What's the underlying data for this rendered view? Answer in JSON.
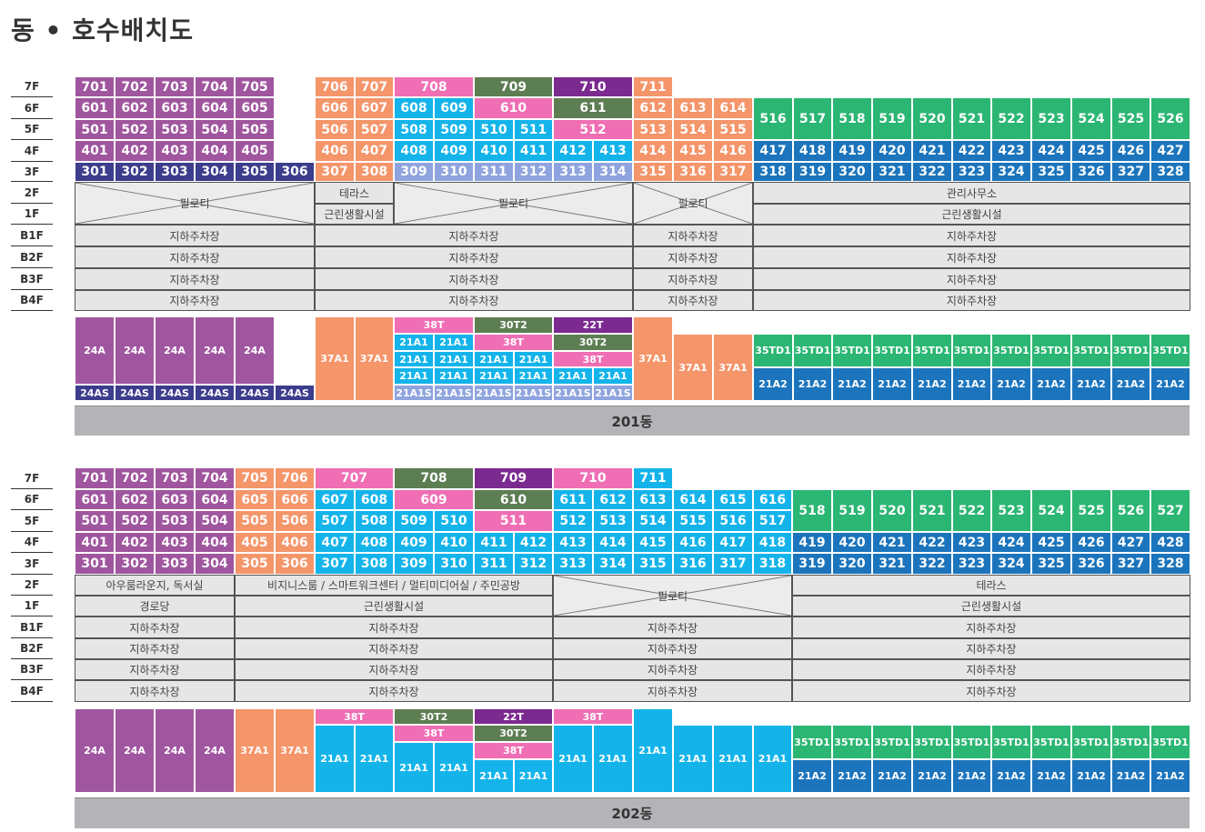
{
  "title": "동 • 호수배치도",
  "floors": [
    "7F",
    "6F",
    "5F",
    "4F",
    "3F",
    "2F",
    "1F",
    "B1F",
    "B2F",
    "B3F",
    "B4F"
  ],
  "colors": {
    "purple": "#a0569e",
    "dark_navy": "#3c3d8c",
    "salmon": "#f4956a",
    "pink": "#ef6eb4",
    "light_blue": "#14b4ea",
    "dark_green": "#5d7d53",
    "violet": "#7b2a90",
    "periwinkle": "#8fa4de",
    "green": "#2bb673",
    "blue": "#1c75bc",
    "grey_cell": "#e6e6e6",
    "bar": "#b4b4b8"
  },
  "buildings": {
    "b201": {
      "name": "201동",
      "units": [
        [
          "701",
          "purple"
        ],
        [
          "702",
          "purple"
        ],
        [
          "703",
          "purple"
        ],
        [
          "704",
          "purple"
        ],
        [
          "705",
          "purple"
        ],
        [
          "706",
          "salmon"
        ],
        [
          "707",
          "salmon"
        ],
        [
          "708",
          "pink"
        ],
        [
          "709",
          "dark_green"
        ],
        [
          "710",
          "violet"
        ],
        [
          "711",
          "salmon"
        ],
        [
          "601",
          "purple"
        ],
        [
          "602",
          "purple"
        ],
        [
          "603",
          "purple"
        ],
        [
          "604",
          "purple"
        ],
        [
          "605",
          "purple"
        ],
        [
          "606",
          "salmon"
        ],
        [
          "607",
          "salmon"
        ],
        [
          "608",
          "light_blue"
        ],
        [
          "609",
          "light_blue"
        ],
        [
          "610",
          "pink"
        ],
        [
          "611",
          "dark_green"
        ],
        [
          "612",
          "salmon"
        ],
        [
          "613",
          "salmon"
        ],
        [
          "614",
          "salmon"
        ],
        [
          "501",
          "purple"
        ],
        [
          "502",
          "purple"
        ],
        [
          "503",
          "purple"
        ],
        [
          "504",
          "purple"
        ],
        [
          "505",
          "purple"
        ],
        [
          "506",
          "salmon"
        ],
        [
          "507",
          "salmon"
        ],
        [
          "508",
          "light_blue"
        ],
        [
          "509",
          "light_blue"
        ],
        [
          "510",
          "light_blue"
        ],
        [
          "511",
          "light_blue"
        ],
        [
          "512",
          "pink"
        ],
        [
          "513",
          "salmon"
        ],
        [
          "514",
          "salmon"
        ],
        [
          "515",
          "salmon"
        ],
        [
          "516",
          "green"
        ],
        [
          "517",
          "green"
        ],
        [
          "518",
          "green"
        ],
        [
          "519",
          "green"
        ],
        [
          "520",
          "green"
        ],
        [
          "521",
          "green"
        ],
        [
          "522",
          "green"
        ],
        [
          "523",
          "green"
        ],
        [
          "524",
          "green"
        ],
        [
          "525",
          "green"
        ],
        [
          "526",
          "green"
        ],
        [
          "401",
          "purple"
        ],
        [
          "402",
          "purple"
        ],
        [
          "403",
          "purple"
        ],
        [
          "404",
          "purple"
        ],
        [
          "405",
          "purple"
        ],
        [
          "406",
          "salmon"
        ],
        [
          "407",
          "salmon"
        ],
        [
          "408",
          "light_blue"
        ],
        [
          "409",
          "light_blue"
        ],
        [
          "410",
          "light_blue"
        ],
        [
          "411",
          "light_blue"
        ],
        [
          "412",
          "light_blue"
        ],
        [
          "413",
          "light_blue"
        ],
        [
          "414",
          "salmon"
        ],
        [
          "415",
          "salmon"
        ],
        [
          "416",
          "salmon"
        ],
        [
          "417",
          "blue"
        ],
        [
          "418",
          "blue"
        ],
        [
          "419",
          "blue"
        ],
        [
          "420",
          "blue"
        ],
        [
          "421",
          "blue"
        ],
        [
          "422",
          "blue"
        ],
        [
          "423",
          "blue"
        ],
        [
          "424",
          "blue"
        ],
        [
          "425",
          "blue"
        ],
        [
          "426",
          "blue"
        ],
        [
          "427",
          "blue"
        ],
        [
          "301",
          "dark_navy"
        ],
        [
          "302",
          "dark_navy"
        ],
        [
          "303",
          "dark_navy"
        ],
        [
          "304",
          "dark_navy"
        ],
        [
          "305",
          "dark_navy"
        ],
        [
          "306",
          "dark_navy"
        ],
        [
          "307",
          "salmon"
        ],
        [
          "308",
          "salmon"
        ],
        [
          "309",
          "periwinkle"
        ],
        [
          "310",
          "periwinkle"
        ],
        [
          "311",
          "periwinkle"
        ],
        [
          "312",
          "periwinkle"
        ],
        [
          "313",
          "periwinkle"
        ],
        [
          "314",
          "periwinkle"
        ],
        [
          "315",
          "salmon"
        ],
        [
          "316",
          "salmon"
        ],
        [
          "317",
          "salmon"
        ],
        [
          "318",
          "blue"
        ],
        [
          "319",
          "blue"
        ],
        [
          "320",
          "blue"
        ],
        [
          "321",
          "blue"
        ],
        [
          "322",
          "blue"
        ],
        [
          "323",
          "blue"
        ],
        [
          "324",
          "blue"
        ],
        [
          "325",
          "blue"
        ],
        [
          "326",
          "blue"
        ],
        [
          "327",
          "blue"
        ],
        [
          "328",
          "blue"
        ]
      ],
      "facilities": {
        "piloti": "필로티",
        "terrace": "테라스",
        "commercial": "근린생활시설",
        "management": "관리사무소",
        "parking": "지하주차장"
      },
      "types": [
        [
          "24A",
          "purple"
        ],
        [
          "24A",
          "purple"
        ],
        [
          "24A",
          "purple"
        ],
        [
          "24A",
          "purple"
        ],
        [
          "24A",
          "purple"
        ],
        [
          "24AS",
          "dark_navy"
        ],
        [
          "24AS",
          "dark_navy"
        ],
        [
          "24AS",
          "dark_navy"
        ],
        [
          "24AS",
          "dark_navy"
        ],
        [
          "24AS",
          "dark_navy"
        ],
        [
          "24AS",
          "dark_navy"
        ],
        [
          "37A1",
          "salmon"
        ],
        [
          "37A1",
          "salmon"
        ],
        [
          "38T",
          "pink"
        ],
        [
          "30T2",
          "dark_green"
        ],
        [
          "22T",
          "violet"
        ],
        [
          "21A1",
          "light_blue"
        ],
        [
          "21A1",
          "light_blue"
        ],
        [
          "38T",
          "pink"
        ],
        [
          "30T2",
          "dark_green"
        ],
        [
          "21A1",
          "light_blue"
        ],
        [
          "21A1",
          "light_blue"
        ],
        [
          "21A1",
          "light_blue"
        ],
        [
          "21A1",
          "light_blue"
        ],
        [
          "38T",
          "pink"
        ],
        [
          "21A1",
          "light_blue"
        ],
        [
          "21A1",
          "light_blue"
        ],
        [
          "21A1",
          "light_blue"
        ],
        [
          "21A1",
          "light_blue"
        ],
        [
          "21A1",
          "light_blue"
        ],
        [
          "21A1",
          "light_blue"
        ],
        [
          "21A1S",
          "periwinkle"
        ],
        [
          "21A1S",
          "periwinkle"
        ],
        [
          "21A1S",
          "periwinkle"
        ],
        [
          "21A1S",
          "periwinkle"
        ],
        [
          "21A1S",
          "periwinkle"
        ],
        [
          "21A1S",
          "periwinkle"
        ],
        [
          "37A1",
          "salmon"
        ],
        [
          "37A1",
          "salmon"
        ],
        [
          "37A1",
          "salmon"
        ],
        [
          "35TD1",
          "green"
        ],
        [
          "21A2",
          "blue"
        ]
      ]
    },
    "b202": {
      "name": "202동",
      "units": [
        [
          "701",
          "purple"
        ],
        [
          "702",
          "purple"
        ],
        [
          "703",
          "purple"
        ],
        [
          "704",
          "purple"
        ],
        [
          "705",
          "salmon"
        ],
        [
          "706",
          "salmon"
        ],
        [
          "707",
          "pink"
        ],
        [
          "708",
          "dark_green"
        ],
        [
          "709",
          "violet"
        ],
        [
          "710",
          "pink"
        ],
        [
          "711",
          "light_blue"
        ],
        [
          "601",
          "purple"
        ],
        [
          "602",
          "purple"
        ],
        [
          "603",
          "purple"
        ],
        [
          "604",
          "purple"
        ],
        [
          "605",
          "salmon"
        ],
        [
          "606",
          "salmon"
        ],
        [
          "607",
          "light_blue"
        ],
        [
          "608",
          "light_blue"
        ],
        [
          "609",
          "pink"
        ],
        [
          "610",
          "dark_green"
        ],
        [
          "611",
          "light_blue"
        ],
        [
          "612",
          "light_blue"
        ],
        [
          "613",
          "light_blue"
        ],
        [
          "614",
          "light_blue"
        ],
        [
          "615",
          "light_blue"
        ],
        [
          "616",
          "light_blue"
        ],
        [
          "501",
          "purple"
        ],
        [
          "502",
          "purple"
        ],
        [
          "503",
          "purple"
        ],
        [
          "504",
          "purple"
        ],
        [
          "505",
          "salmon"
        ],
        [
          "506",
          "salmon"
        ],
        [
          "507",
          "light_blue"
        ],
        [
          "508",
          "light_blue"
        ],
        [
          "509",
          "light_blue"
        ],
        [
          "510",
          "light_blue"
        ],
        [
          "511",
          "pink"
        ],
        [
          "512",
          "light_blue"
        ],
        [
          "513",
          "light_blue"
        ],
        [
          "514",
          "light_blue"
        ],
        [
          "515",
          "light_blue"
        ],
        [
          "516",
          "light_blue"
        ],
        [
          "517",
          "light_blue"
        ],
        [
          "518",
          "green"
        ],
        [
          "519",
          "green"
        ],
        [
          "520",
          "green"
        ],
        [
          "521",
          "green"
        ],
        [
          "522",
          "green"
        ],
        [
          "523",
          "green"
        ],
        [
          "524",
          "green"
        ],
        [
          "525",
          "green"
        ],
        [
          "526",
          "green"
        ],
        [
          "527",
          "green"
        ],
        [
          "401",
          "purple"
        ],
        [
          "402",
          "purple"
        ],
        [
          "403",
          "purple"
        ],
        [
          "404",
          "purple"
        ],
        [
          "405",
          "salmon"
        ],
        [
          "406",
          "salmon"
        ],
        [
          "407",
          "light_blue"
        ],
        [
          "408",
          "light_blue"
        ],
        [
          "409",
          "light_blue"
        ],
        [
          "410",
          "light_blue"
        ],
        [
          "411",
          "light_blue"
        ],
        [
          "412",
          "light_blue"
        ],
        [
          "413",
          "light_blue"
        ],
        [
          "414",
          "light_blue"
        ],
        [
          "415",
          "light_blue"
        ],
        [
          "416",
          "light_blue"
        ],
        [
          "417",
          "light_blue"
        ],
        [
          "418",
          "light_blue"
        ],
        [
          "419",
          "blue"
        ],
        [
          "420",
          "blue"
        ],
        [
          "421",
          "blue"
        ],
        [
          "422",
          "blue"
        ],
        [
          "423",
          "blue"
        ],
        [
          "424",
          "blue"
        ],
        [
          "425",
          "blue"
        ],
        [
          "426",
          "blue"
        ],
        [
          "427",
          "blue"
        ],
        [
          "428",
          "blue"
        ],
        [
          "301",
          "purple"
        ],
        [
          "302",
          "purple"
        ],
        [
          "303",
          "purple"
        ],
        [
          "304",
          "purple"
        ],
        [
          "305",
          "salmon"
        ],
        [
          "306",
          "salmon"
        ],
        [
          "307",
          "light_blue"
        ],
        [
          "308",
          "light_blue"
        ],
        [
          "309",
          "light_blue"
        ],
        [
          "310",
          "light_blue"
        ],
        [
          "311",
          "light_blue"
        ],
        [
          "312",
          "light_blue"
        ],
        [
          "313",
          "light_blue"
        ],
        [
          "314",
          "light_blue"
        ],
        [
          "315",
          "light_blue"
        ],
        [
          "316",
          "light_blue"
        ],
        [
          "317",
          "light_blue"
        ],
        [
          "318",
          "light_blue"
        ],
        [
          "319",
          "blue"
        ],
        [
          "320",
          "blue"
        ],
        [
          "321",
          "blue"
        ],
        [
          "322",
          "blue"
        ],
        [
          "323",
          "blue"
        ],
        [
          "324",
          "blue"
        ],
        [
          "325",
          "blue"
        ],
        [
          "326",
          "blue"
        ],
        [
          "327",
          "blue"
        ],
        [
          "328",
          "blue"
        ]
      ],
      "facilities": {
        "lounge": "아우룸라운지, 독서실",
        "business": "비지니스룸 / 스마트워크센터 / 멀티미디어실 / 주민공방",
        "seniors": "경로당",
        "commercial": "근린생활시설",
        "piloti": "필로티",
        "terrace": "테라스",
        "parking": "지하주차장"
      },
      "types": [
        [
          "24A",
          "purple"
        ],
        [
          "37A1",
          "salmon"
        ],
        [
          "38T",
          "pink"
        ],
        [
          "30T2",
          "dark_green"
        ],
        [
          "22T",
          "violet"
        ],
        [
          "21A1",
          "light_blue"
        ],
        [
          "38T",
          "pink"
        ],
        [
          "35TD1",
          "green"
        ],
        [
          "21A2",
          "blue"
        ]
      ]
    }
  }
}
